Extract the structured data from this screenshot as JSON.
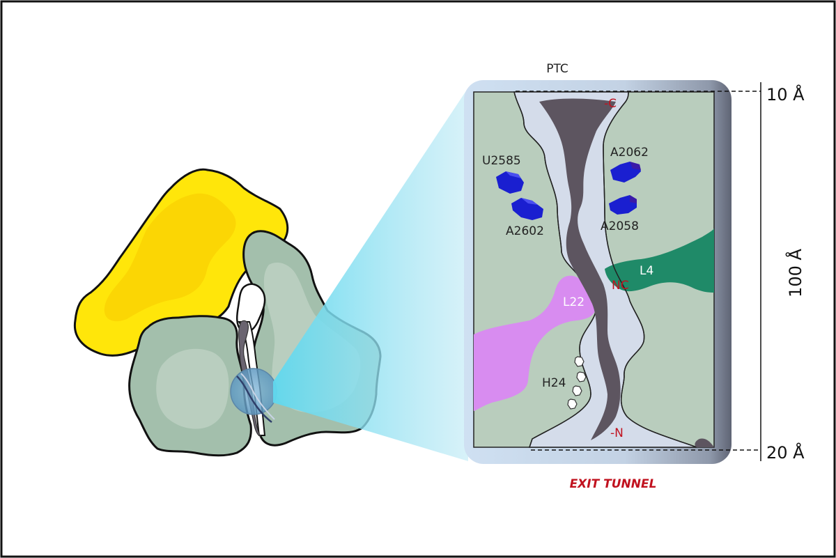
{
  "labels": {
    "ptc": "PTC",
    "u2585": "U2585",
    "a2602": "A2602",
    "a2062": "A2062",
    "a2058": "A2058",
    "c_term": "-C",
    "nc": "NC",
    "n_term": "-N",
    "l4": "L4",
    "l22": "L22",
    "h24": "H24",
    "exit_tunnel": "EXIT TUNNEL"
  },
  "scale": {
    "top": "10 Å",
    "length": "100 Å",
    "bottom": "20 Å"
  },
  "colors": {
    "large_subunit": "#9eb9a6",
    "small_subunit": "#ffe50a",
    "tunnel_background": "#b9cdbd",
    "tunnel_channel": "#d4dcea",
    "peptide": "#5d5560",
    "nucleotides": "#1e22c8",
    "protein_l4": "#1f8a68",
    "protein_l22": "#d88cf0",
    "highlight": "#c1121f"
  }
}
